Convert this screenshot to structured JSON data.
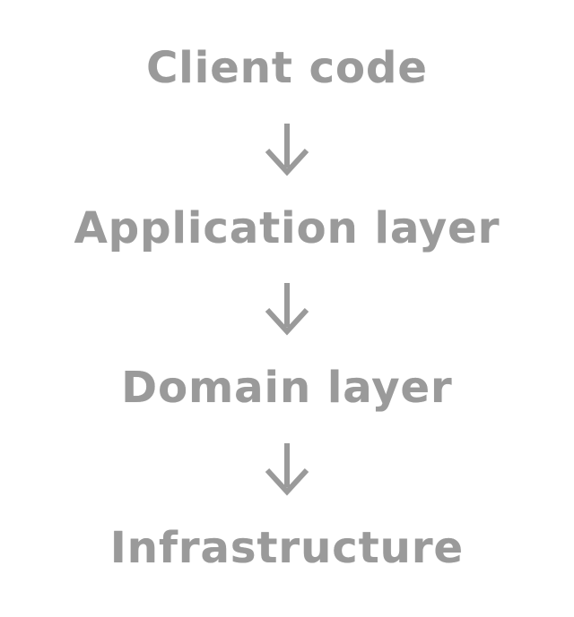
{
  "diagram": {
    "background_color": "#ffffff",
    "text_color": "#9a9a9a",
    "nodes": [
      {
        "label": "Client code"
      },
      {
        "label": "Application layer"
      },
      {
        "label": "Domain layer"
      },
      {
        "label": "Infrastructure"
      }
    ],
    "connector_icon": "down-arrow"
  }
}
